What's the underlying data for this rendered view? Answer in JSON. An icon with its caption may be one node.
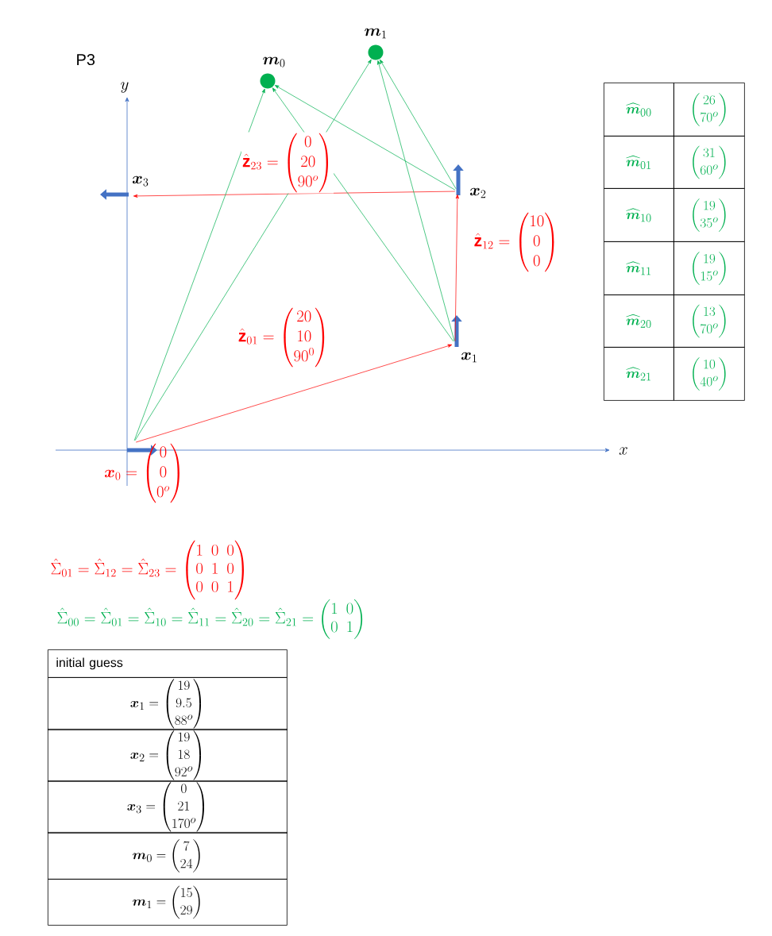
{
  "diagram": {
    "nodes": [
      {
        "text": [
          "\\boldsymbol{x}_0 = \\begin{pmatrix}0\\\\0\\\\0^{o}\\end{pmatrix}"
        ]
      },
      {
        "text": [
          "\\boldsymbol{x}_1"
        ]
      },
      {
        "text": [
          "\\boldsymbol{x}_2"
        ]
      },
      {
        "text": [
          "\\boldsymbol{x}_3"
        ]
      },
      {
        "text": [
          "\\boldsymbol{m}_0"
        ]
      },
      {
        "text": [
          "\\boldsymbol{m}_1"
        ]
      }
    ],
    "edges": [
      {
        "from": 0,
        "to": 1,
        "arrow": "to",
        "color": "#ff0000",
        "label": "\\hat{\\mathbf{z}}_{01} = \\begin{pmatrix}20\\\\10\\\\90^{0}\\end{pmatrix}"
      },
      {
        "from": 1,
        "to": 2,
        "arrow": "to",
        "color": "#ff0000",
        "label": "\\hat{\\mathbf{z}}_{12} = \\begin{pmatrix}10\\\\0\\\\0\\end{pmatrix}"
      },
      {
        "from": 2,
        "to": 3,
        "arrow": "to",
        "color": "#ff0000",
        "label": "\\hat{\\mathbf{z}}_{23} = \\begin{pmatrix}0\\\\20\\\\90^{o}\\end{pmatrix}"
      },
      {
        "from": 0,
        "to": 4,
        "arrow": "to",
        "color": "#00b050"
      },
      {
        "from": 0,
        "to": 5,
        "arrow": "to",
        "color": "#00b050"
      },
      {
        "from": 1,
        "to": 4,
        "arrow": "to",
        "color": "#00b050"
      },
      {
        "from": 1,
        "to": 5,
        "arrow": "to",
        "color": "#00b050"
      },
      {
        "from": 2,
        "to": 4,
        "arrow": "to",
        "color": "#00b050"
      },
      {
        "from": 2,
        "to": 5,
        "arrow": "to",
        "color": "#00b050"
      }
    ],
    "labels": [
      "P3",
      "y",
      "\\widehat{\\boldsymbol{m}}_{00}",
      "\\begin{pmatrix}26\\\\70^{o}\\end{pmatrix}",
      "\\widehat{\\boldsymbol{m}}_{01}",
      "\\begin{pmatrix}31\\\\60^{o}\\end{pmatrix}",
      "\\widehat{\\boldsymbol{m}}_{10}",
      "\\begin{pmatrix}19\\\\35^{o}\\end{pmatrix}",
      "\\widehat{\\boldsymbol{m}}_{11}",
      "\\begin{pmatrix}19\\\\15^{o}\\end{pmatrix}",
      "\\widehat{\\boldsymbol{m}}_{20}",
      "\\begin{pmatrix}13\\\\70^{o}\\end{pmatrix}",
      "\\widehat{\\boldsymbol{m}}_{21}",
      "\\begin{pmatrix}10\\\\40^{o}\\end{pmatrix}",
      "x",
      "\\hat{\\Sigma}_{01} = \\hat{\\Sigma}_{12} = \\hat{\\Sigma}_{23} = \\begin{pmatrix}1 & 0 & 0\\\\0 & 1 & 0\\\\0 & 0 & 1\\end{pmatrix}",
      "\\hat{\\Sigma}_{00} = \\hat{\\Sigma}_{01} = \\hat{\\Sigma}_{10} = \\hat{\\Sigma}_{11} = \\hat{\\Sigma}_{20} = \\hat{\\Sigma}_{21} = \\begin{pmatrix}1 & 0\\\\0 & 1\\end{pmatrix}",
      "initial guess",
      "\\boldsymbol{x}_1 = \\begin{pmatrix}19\\\\9.5\\\\88^{o}\\end{pmatrix}",
      "\\boldsymbol{x}_2 = \\begin{pmatrix}19\\\\18\\\\92^{o}\\end{pmatrix}",
      "\\boldsymbol{x}_3 = \\begin{pmatrix}0\\\\21\\\\170^{o}\\end{pmatrix}",
      "\\boldsymbol{m}_0 = \\begin{pmatrix}7\\\\24\\end{pmatrix}",
      "\\boldsymbol{m}_1 = \\begin{pmatrix}15\\\\29\\end{pmatrix}"
    ]
  }
}
